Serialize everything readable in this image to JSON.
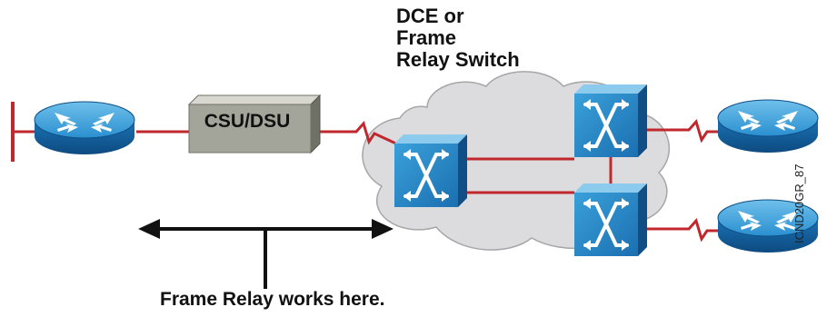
{
  "labels": {
    "dce_line1": "DCE or",
    "dce_line2": "Frame",
    "dce_line3": "Relay Switch",
    "csu_dsu": "CSU/DSU",
    "bottom": "Frame Relay works here.",
    "side_code": "ICND20GR_87"
  },
  "colors": {
    "link": "#c0282d",
    "cloud": "#dcdcde",
    "cloud_edge": "#a6a6a8",
    "device_blue": "#1f7fc2",
    "device_blue_light": "#47a6dc",
    "device_blue_dark": "#0f4f86",
    "csu_front": "#a3a49a",
    "csu_top": "#d8d8d0",
    "csu_side": "#6f7066",
    "arrow": "#111111"
  },
  "devices": [
    {
      "kind": "router",
      "name": "left-router"
    },
    {
      "kind": "csu-dsu",
      "name": "csu-dsu-box"
    },
    {
      "kind": "frame-relay-switch",
      "name": "edge-switch"
    },
    {
      "kind": "frame-relay-switch",
      "name": "top-right-switch"
    },
    {
      "kind": "frame-relay-switch",
      "name": "bottom-right-switch"
    },
    {
      "kind": "router",
      "name": "top-right-router"
    },
    {
      "kind": "router",
      "name": "bottom-right-router"
    }
  ]
}
